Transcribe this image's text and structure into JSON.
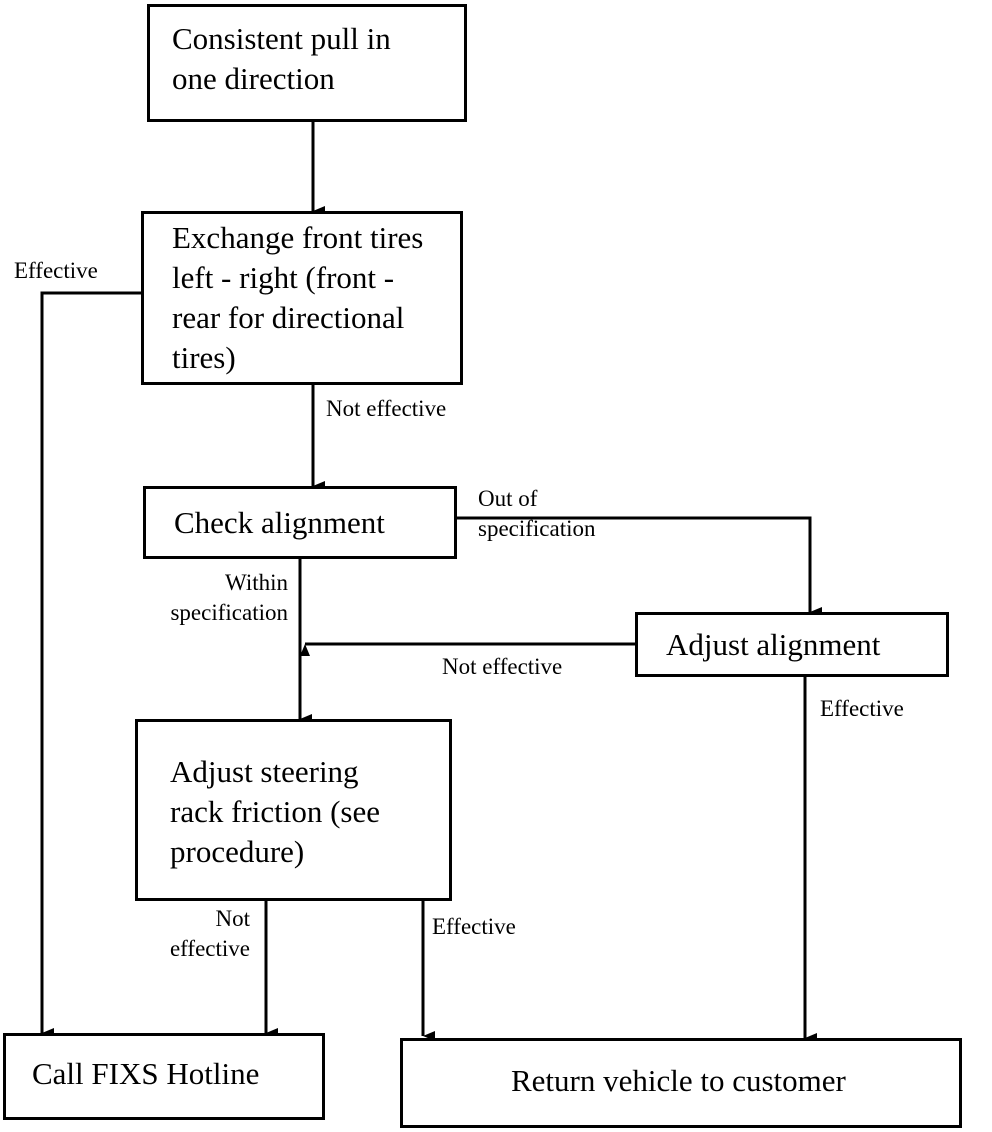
{
  "nodes": {
    "start": "Consistent pull in\none direction",
    "exchange": "Exchange front tires\nleft - right  (front -\nrear for directional\ntires)",
    "check": "Check alignment",
    "adjust_align": "Adjust alignment",
    "steering": "Adjust steering\nrack friction (see\nprocedure)",
    "hotline": "Call FIXS Hotline",
    "return": "Return vehicle to customer"
  },
  "labels": {
    "exchange_effective": "Effective",
    "exchange_not_effective": "Not effective",
    "out_of_spec": "Out of\nspecification",
    "within_spec": "Within\nspecification",
    "align_not_effective": "Not effective",
    "align_effective": "Effective",
    "steering_not_effective": "Not\neffective",
    "steering_effective": "Effective"
  }
}
